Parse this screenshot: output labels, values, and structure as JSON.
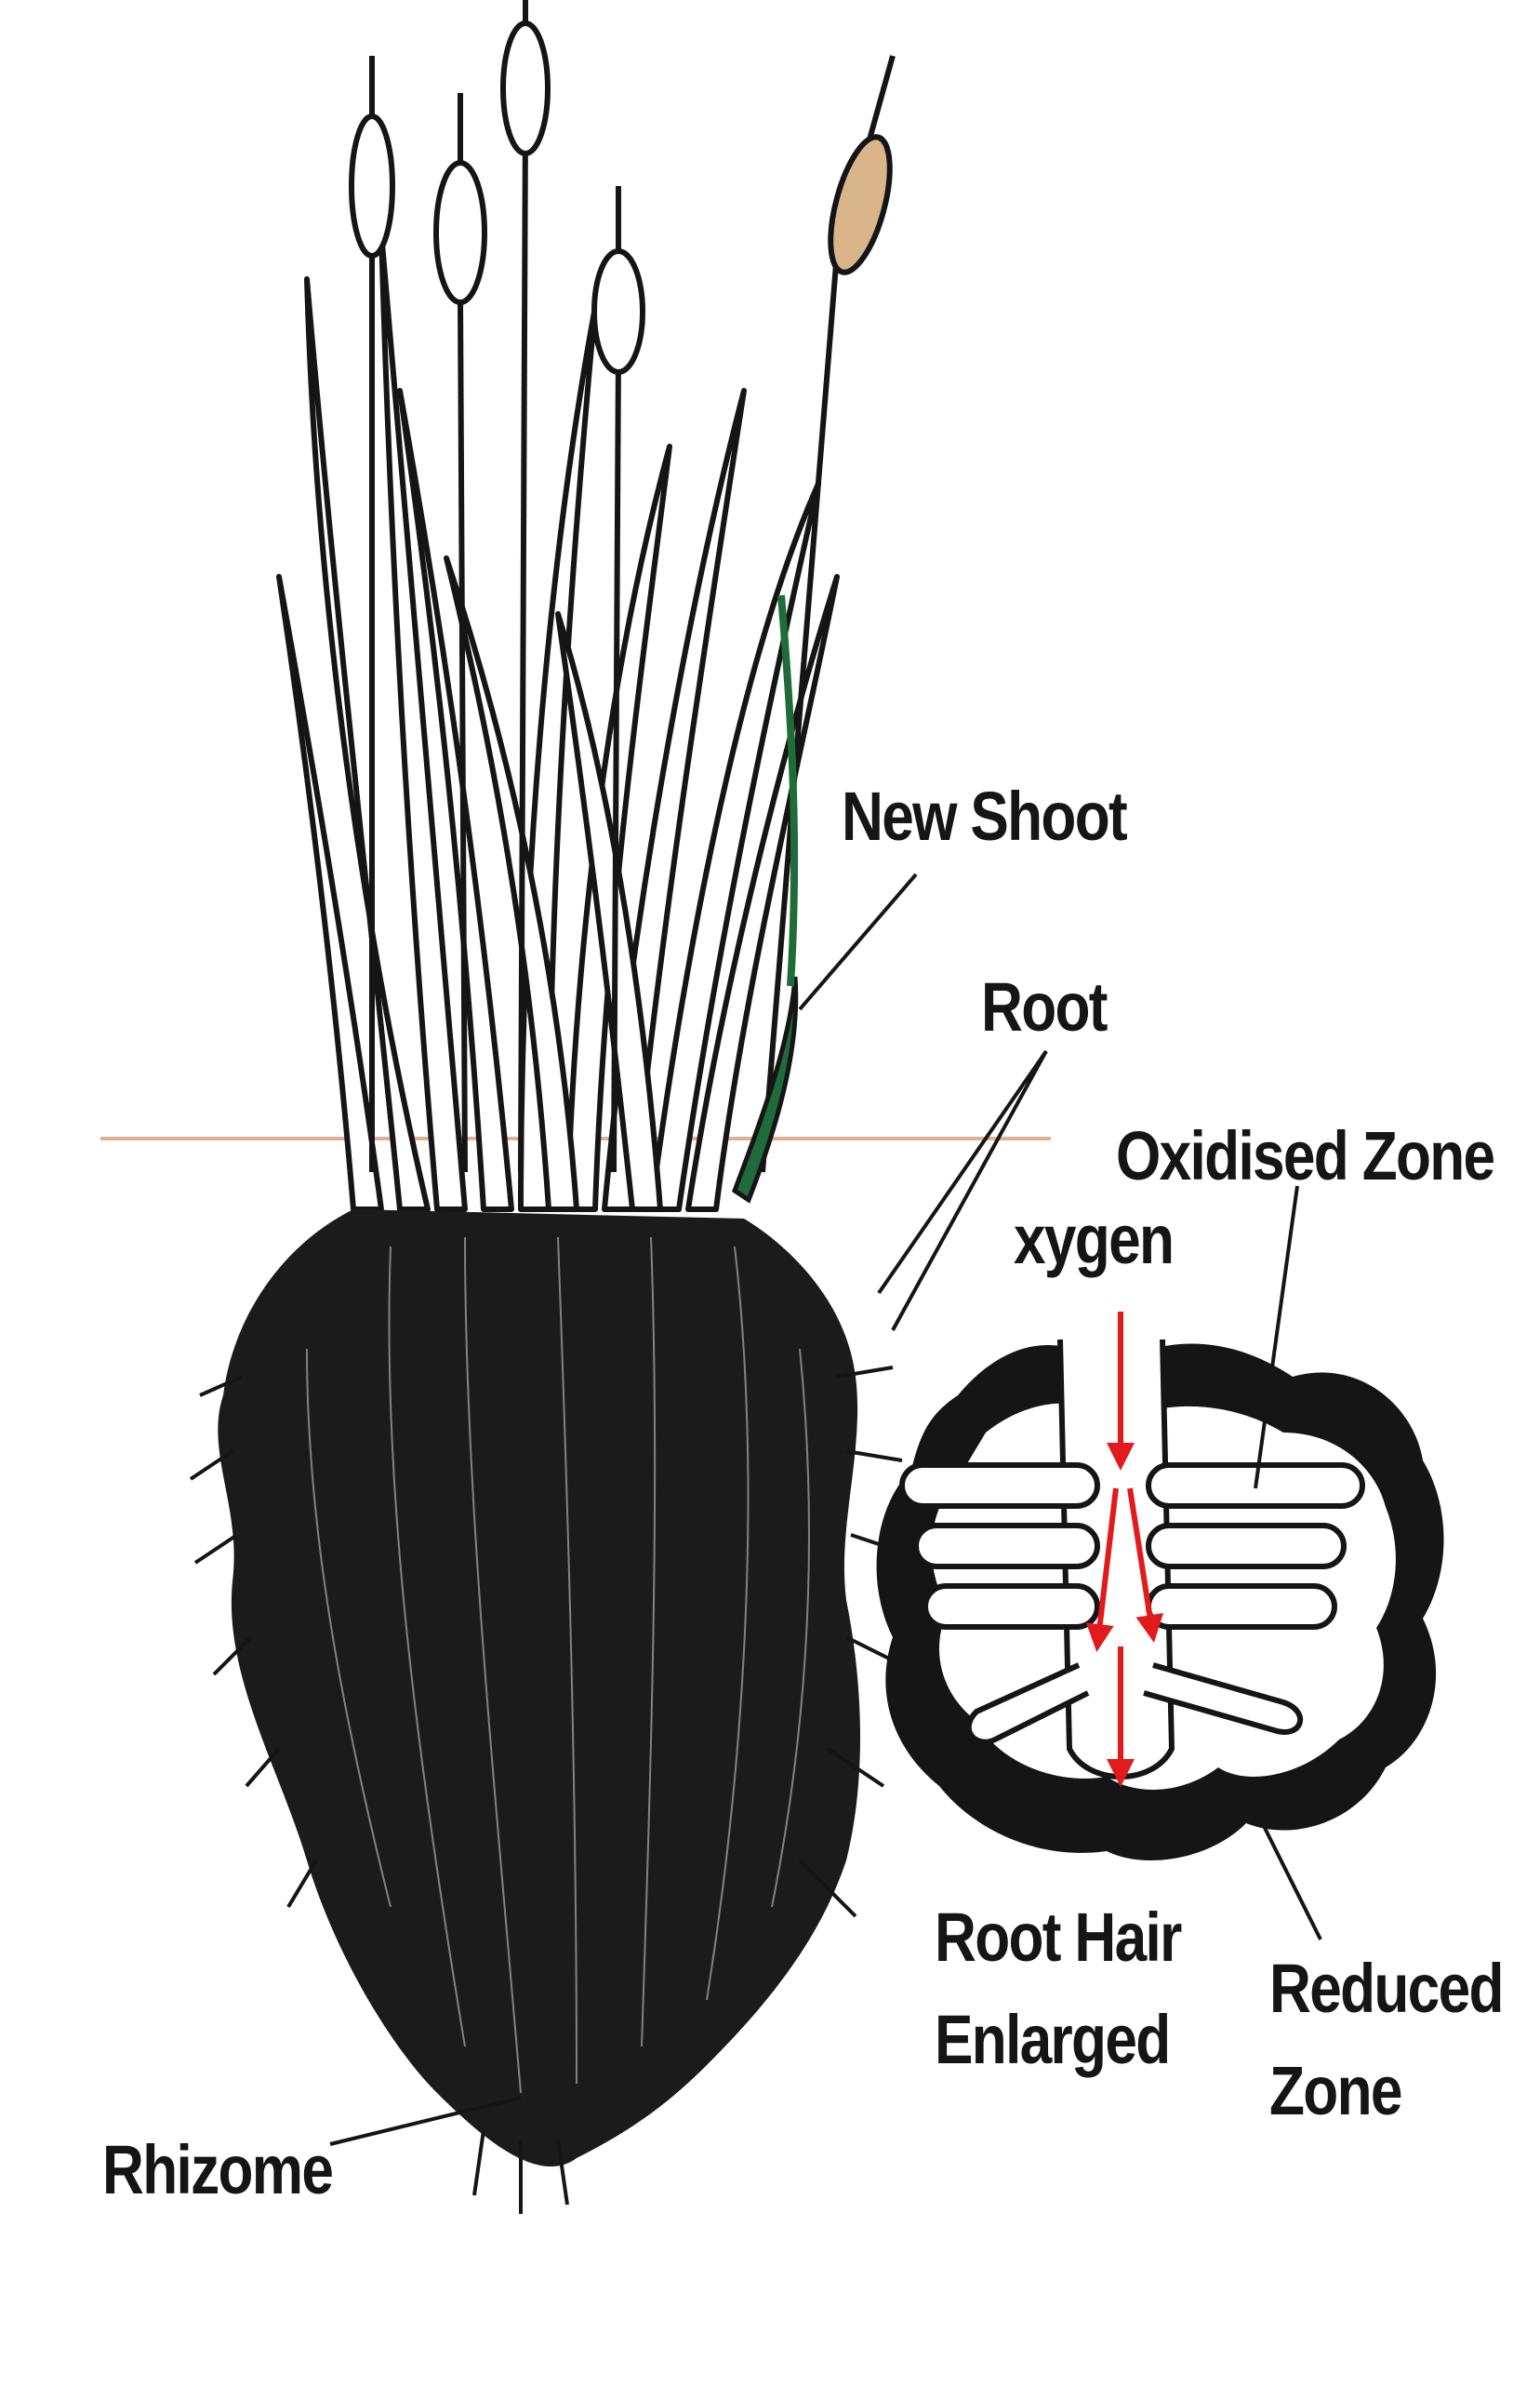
{
  "labels": {
    "new_shoot": "New Shoot",
    "root": "Root",
    "oxidised_zone": "Oxidised Zone",
    "oxygen": "xygen",
    "root_hair_line1": "Root Hair",
    "root_hair_line2": "Enlarged",
    "reduced_line1": "Reduced",
    "reduced_line2": "Zone",
    "rhizome": "Rhizome"
  },
  "colors": {
    "ink": "#151515",
    "soil_line": "#e0b090",
    "new_shoot_green": "#1f6b3a",
    "cattail_head_tan": "#d9b58a",
    "oxygen_arrow_red": "#e11b1b"
  }
}
